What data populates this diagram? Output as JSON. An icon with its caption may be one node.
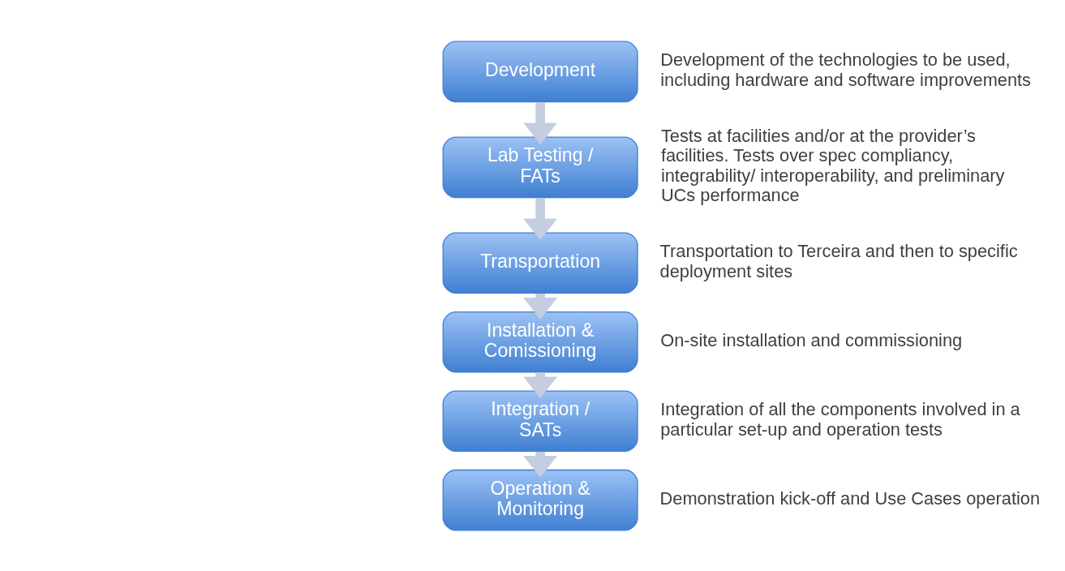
{
  "diagram": {
    "nodes": [
      {
        "text": [
          "Development"
        ],
        "beside": [
          "Development of the technologies to be used, including hardware and software improvements"
        ]
      },
      {
        "text": [
          "Lab Testing / FATs"
        ],
        "beside": [
          "Tests at facilities and/or at the provider’s facilities. Tests over spec compliancy, integrability/ interoperability, and preliminary UCs performance"
        ]
      },
      {
        "text": [
          "Transportation"
        ],
        "beside": [
          "Transportation to Terceira and then to specific deployment sites"
        ]
      },
      {
        "text": [
          "Installation & Comissioning"
        ],
        "beside": [
          "On-site installation and commissioning"
        ]
      },
      {
        "text": [
          "Integration / SATs"
        ],
        "beside": [
          "Integration of all the components involved in a particular set-up and operation tests"
        ]
      },
      {
        "text": [
          "Operation & Monitoring"
        ],
        "beside": [
          "Demonstration kick-off and Use Cases operation"
        ]
      }
    ],
    "edges": [
      {
        "from": 0,
        "to": 1,
        "arrow": "to"
      },
      {
        "from": 1,
        "to": 2,
        "arrow": "to"
      },
      {
        "from": 2,
        "to": 3,
        "arrow": "to"
      },
      {
        "from": 3,
        "to": 4,
        "arrow": "to"
      },
      {
        "from": 4,
        "to": 5,
        "arrow": "to"
      }
    ]
  }
}
